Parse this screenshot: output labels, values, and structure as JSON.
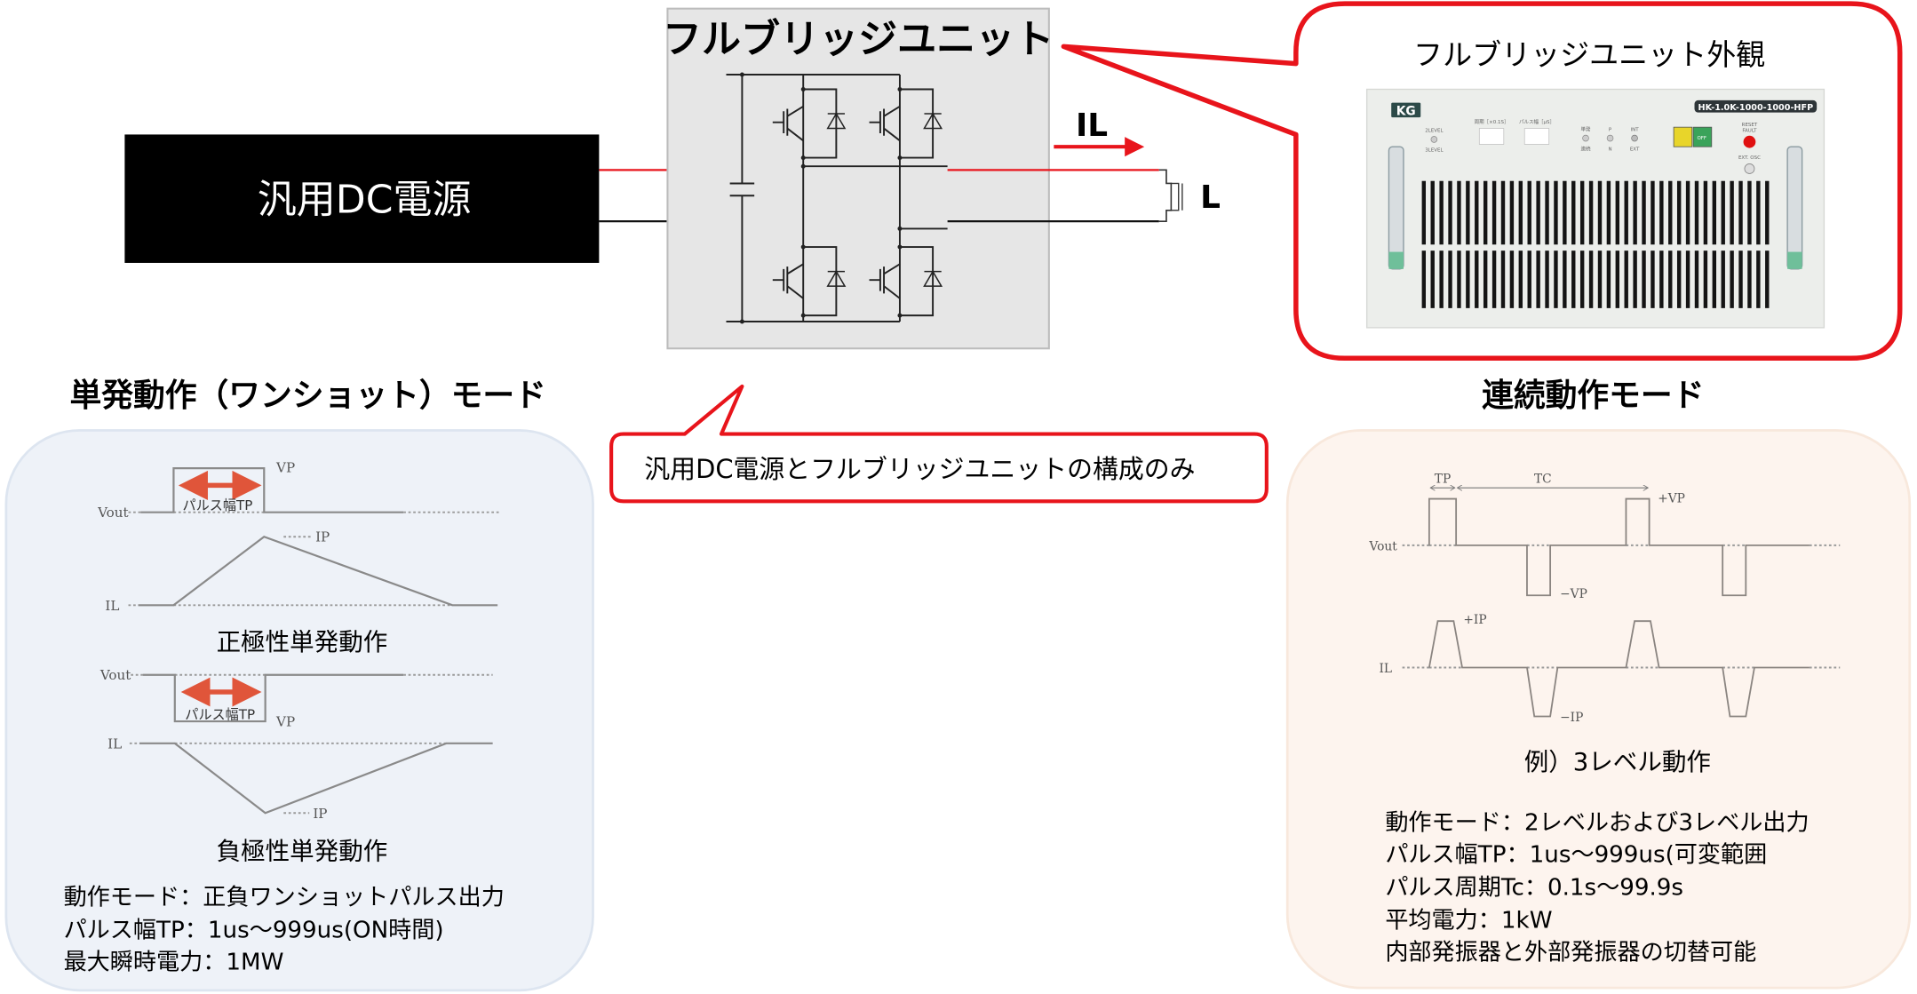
{
  "dc_supply": {
    "label": "汎用DC電源"
  },
  "full_bridge": {
    "title": "フルブリッジユニット",
    "current_label": "IL",
    "load_label": "L"
  },
  "appearance_callout": {
    "title": "フルブリッジユニット外観",
    "photo": {
      "logo": "KG",
      "model": "HK-1.0K-1000-1000-HFP",
      "level_top": "2LEVEL",
      "level_bottom": "3LEVEL",
      "period_label": "周期［×0.1S］",
      "pulse_label": "パルス幅［μS］",
      "single": "単発",
      "continuous": "連続",
      "p": "P",
      "n": "N",
      "int": "INT",
      "ext": "EXT",
      "off": "OFF",
      "reset": "RESET",
      "fault": "FAULT",
      "ext_osc": "EXT. OSC"
    }
  },
  "config_callout": {
    "text": "汎用DC電源とフルブリッジユニットの構成のみ"
  },
  "single_mode": {
    "heading": "単発動作（ワンショット）モード",
    "positive": {
      "vout": "Vout",
      "vp": "VP",
      "il": "IL",
      "ip": "IP",
      "pulse_width": "パルス幅TP",
      "caption": "正極性単発動作"
    },
    "negative": {
      "vout": "Vout",
      "vp": "VP",
      "il": "IL",
      "ip": "IP",
      "pulse_width": "パルス幅TP",
      "caption": "負極性単発動作"
    },
    "specs": [
      "動作モード：正負ワンショットパルス出力",
      "パルス幅TP：1us～999us(ON時間)",
      "最大瞬時電力：1MW"
    ]
  },
  "continuous_mode": {
    "heading": "連続動作モード",
    "labels": {
      "tp": "TP",
      "tc": "TC",
      "plus_vp": "+VP",
      "minus_vp": "−VP",
      "vout": "Vout",
      "il": "IL",
      "plus_ip": "+IP",
      "minus_ip": "−IP"
    },
    "caption": "例）3レベル動作",
    "specs": [
      "動作モード：2レベルおよび3レベル出力",
      "パルス幅TP：1us～999us(可変範囲",
      "パルス周期Tc：0.1s～99.9s",
      "平均電力：1kW",
      "内部発振器と外部発振器の切替可能"
    ]
  },
  "colors": {
    "accent_red": "#e8141b",
    "arrow_orange": "#e0553a",
    "left_panel": "#eef2f8",
    "right_panel": "#fdf4ee",
    "bridge_box": "#e6e6e6"
  }
}
